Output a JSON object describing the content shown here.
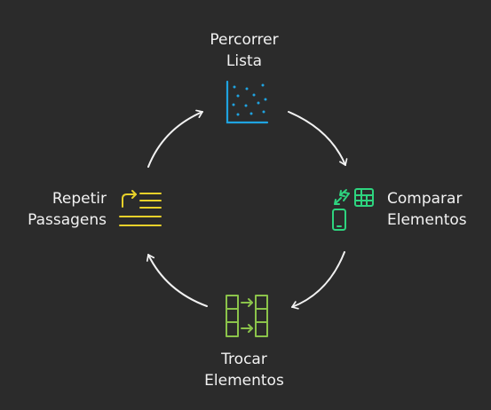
{
  "diagram": {
    "steps": [
      {
        "id": "top",
        "lines": [
          "Percorrer",
          "Lista"
        ],
        "icon": "scatter-plot-icon",
        "color": "#1fa3e0"
      },
      {
        "id": "right",
        "lines": [
          "Comparar",
          "Elementos"
        ],
        "icon": "compare-devices-icon",
        "color": "#2ed47f"
      },
      {
        "id": "bottom",
        "lines": [
          "Trocar",
          "Elementos"
        ],
        "icon": "swap-columns-icon",
        "color": "#8bc34a"
      },
      {
        "id": "left",
        "lines": [
          "Repetir",
          "Passagens"
        ],
        "icon": "repeat-list-icon",
        "color": "#e8d12a"
      }
    ],
    "arrow_color": "#f2f2f2"
  }
}
